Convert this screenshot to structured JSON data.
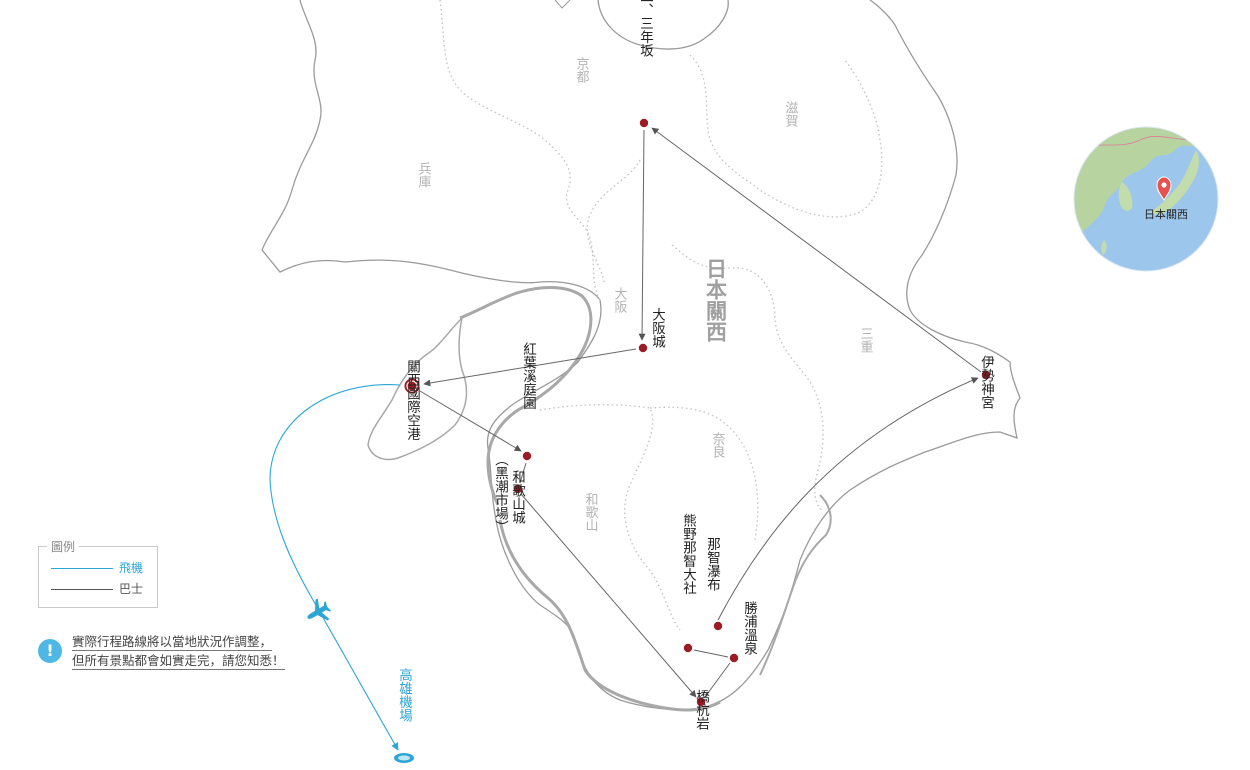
{
  "map_title": "日本關西",
  "regions": {
    "kyoto": "京都",
    "shiga": "滋賀",
    "hyogo": "兵庫",
    "osaka": "大阪",
    "nara": "奈良",
    "mie": "三重",
    "wakayama": "和歌山"
  },
  "places": {
    "kiyomizu": "清水二、三年坂",
    "osaka_castle": "大阪城",
    "kansai_airport": "關西國際空港",
    "momiji": "紅葉溪庭園",
    "wakayama_castle": "和歌山城",
    "kuroshio": "（黑潮市場）",
    "kumano": "熊野那智大社",
    "nachi_falls": "那智瀑布",
    "katsuura": "勝浦溫泉",
    "hashikui": "橋杭岩",
    "ise": "伊勢神宮",
    "kaohsiung": "高雄機場"
  },
  "globe": {
    "label": "日本關西"
  },
  "legend": {
    "title": "圖例",
    "plane": "飛機",
    "bus": "巴士",
    "plane_color": "#2da6d6",
    "bus_color": "#555555"
  },
  "notice": {
    "icon": "!",
    "line1": "實際行程路線將以當地狀況作調整，",
    "line2": "但所有景點都會如實走完，請您知悉！"
  }
}
